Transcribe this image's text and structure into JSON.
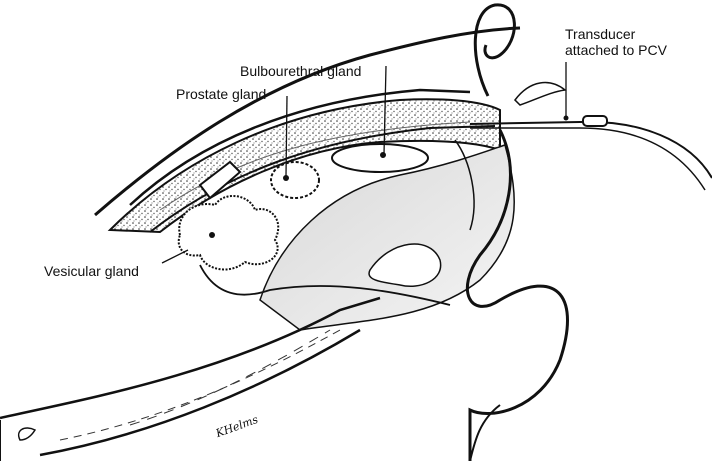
{
  "figure": {
    "type": "anatomical illustration",
    "labels": [
      {
        "id": "transducer",
        "lines": [
          "Transducer",
          "attached to PCV"
        ]
      },
      {
        "id": "bulbourethral",
        "text": "Bulbourethral gland"
      },
      {
        "id": "prostate",
        "text": "Prostate gland"
      },
      {
        "id": "vesicular",
        "text": "Vesicular gland"
      }
    ],
    "signature": "KHelms"
  }
}
